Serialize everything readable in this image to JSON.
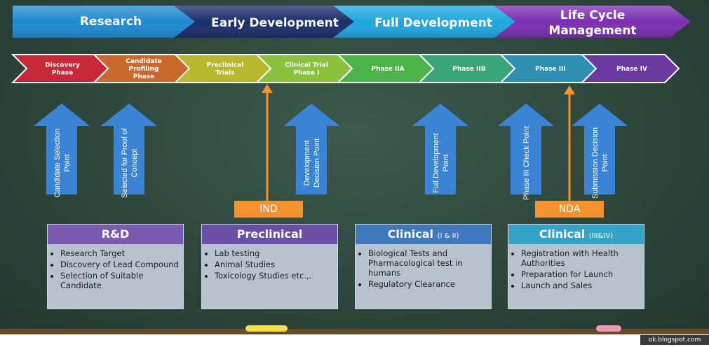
{
  "stages": [
    {
      "label": "Research",
      "color": "#1f8ad0"
    },
    {
      "label": "Early Development",
      "color": "#1a2e6b"
    },
    {
      "label": "Full Development",
      "color": "#1fa6e0"
    },
    {
      "label_line1": "Life Cycle",
      "label_line2": "Management",
      "color": "#7b2fb0"
    }
  ],
  "phases": [
    {
      "line1": "Discovery",
      "line2": "Phase",
      "line3": "",
      "color": "#c8273a"
    },
    {
      "line1": "Candidate",
      "line2": "Profiling",
      "line3": "Phase",
      "color": "#c96a2c"
    },
    {
      "line1": "Preclinical",
      "line2": "Trials",
      "line3": "",
      "color": "#b7b82d"
    },
    {
      "line1": "Clinical Trial",
      "line2": "Phase I",
      "line3": "",
      "color": "#8cc13f"
    },
    {
      "line1": "Phase IIA",
      "line2": "",
      "line3": "",
      "color": "#4cb54a"
    },
    {
      "line1": "Phase IIB",
      "line2": "",
      "line3": "",
      "color": "#3aa57a"
    },
    {
      "line1": "Phase III",
      "line2": "",
      "line3": "",
      "color": "#2f8fb3"
    },
    {
      "line1": "Phase IV",
      "line2": "",
      "line3": "",
      "color": "#6a3aa0"
    }
  ],
  "decision_arrows": [
    {
      "line1": "Candidate Selection",
      "line2": "Point"
    },
    {
      "line1": "Selected for Proof of",
      "line2": "Concept"
    },
    {
      "line1": "Development",
      "line2": "Decision Point"
    },
    {
      "line1": "Full Development",
      "line2": "Point"
    },
    {
      "line1": "Phase III Check Point",
      "line2": ""
    },
    {
      "line1": "Submission Decision",
      "line2": "Point"
    }
  ],
  "tags": {
    "ind": "IND",
    "nda": "NDA"
  },
  "boxes": [
    {
      "title": "R&D",
      "subtitle": "",
      "header_color": "#7a5ab0",
      "items": [
        "Research Target",
        "Discovery of Lead Compound",
        "Selection of Suitable Candidate"
      ]
    },
    {
      "title": "Preclinical",
      "subtitle": "",
      "header_color": "#6a4fa8",
      "items": [
        "Lab testing",
        "Animal Studies",
        "Toxicology Studies etc.,."
      ]
    },
    {
      "title": "Clinical",
      "subtitle": "(I & II)",
      "header_color": "#3f78bd",
      "items": [
        "Biological Tests and Pharmacological test in humans",
        "Regulatory Clearance"
      ]
    },
    {
      "title": "Clinical",
      "subtitle": "(III&IV)",
      "header_color": "#34a3c8",
      "items": [
        "Registration with Health Authorities",
        "Preparation for Launch",
        "Launch and Sales"
      ]
    }
  ],
  "watermark": "ok.blogspot.com",
  "colors": {
    "arrow_blue": "#3a84d6",
    "arrow_orange": "#f5922e",
    "board": "#2f4a3f"
  }
}
